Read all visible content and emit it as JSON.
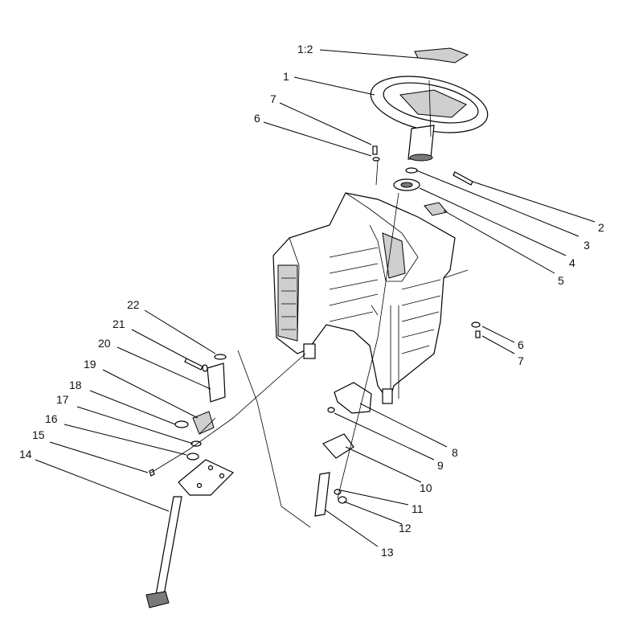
{
  "callouts": [
    {
      "id": "1:2",
      "label": "1:2"
    },
    {
      "id": "1",
      "label": "1"
    },
    {
      "id": "7a",
      "label": "7"
    },
    {
      "id": "6a",
      "label": "6"
    },
    {
      "id": "2",
      "label": "2"
    },
    {
      "id": "3",
      "label": "3"
    },
    {
      "id": "4",
      "label": "4"
    },
    {
      "id": "5",
      "label": "5"
    },
    {
      "id": "6b",
      "label": "6"
    },
    {
      "id": "7b",
      "label": "7"
    },
    {
      "id": "22",
      "label": "22"
    },
    {
      "id": "21",
      "label": "21"
    },
    {
      "id": "20",
      "label": "20"
    },
    {
      "id": "19",
      "label": "19"
    },
    {
      "id": "18",
      "label": "18"
    },
    {
      "id": "17",
      "label": "17"
    },
    {
      "id": "16",
      "label": "16"
    },
    {
      "id": "15",
      "label": "15"
    },
    {
      "id": "14",
      "label": "14"
    },
    {
      "id": "8",
      "label": "8"
    },
    {
      "id": "9",
      "label": "9"
    },
    {
      "id": "10",
      "label": "10"
    },
    {
      "id": "11",
      "label": "11"
    },
    {
      "id": "12",
      "label": "12"
    },
    {
      "id": "13",
      "label": "13"
    }
  ]
}
